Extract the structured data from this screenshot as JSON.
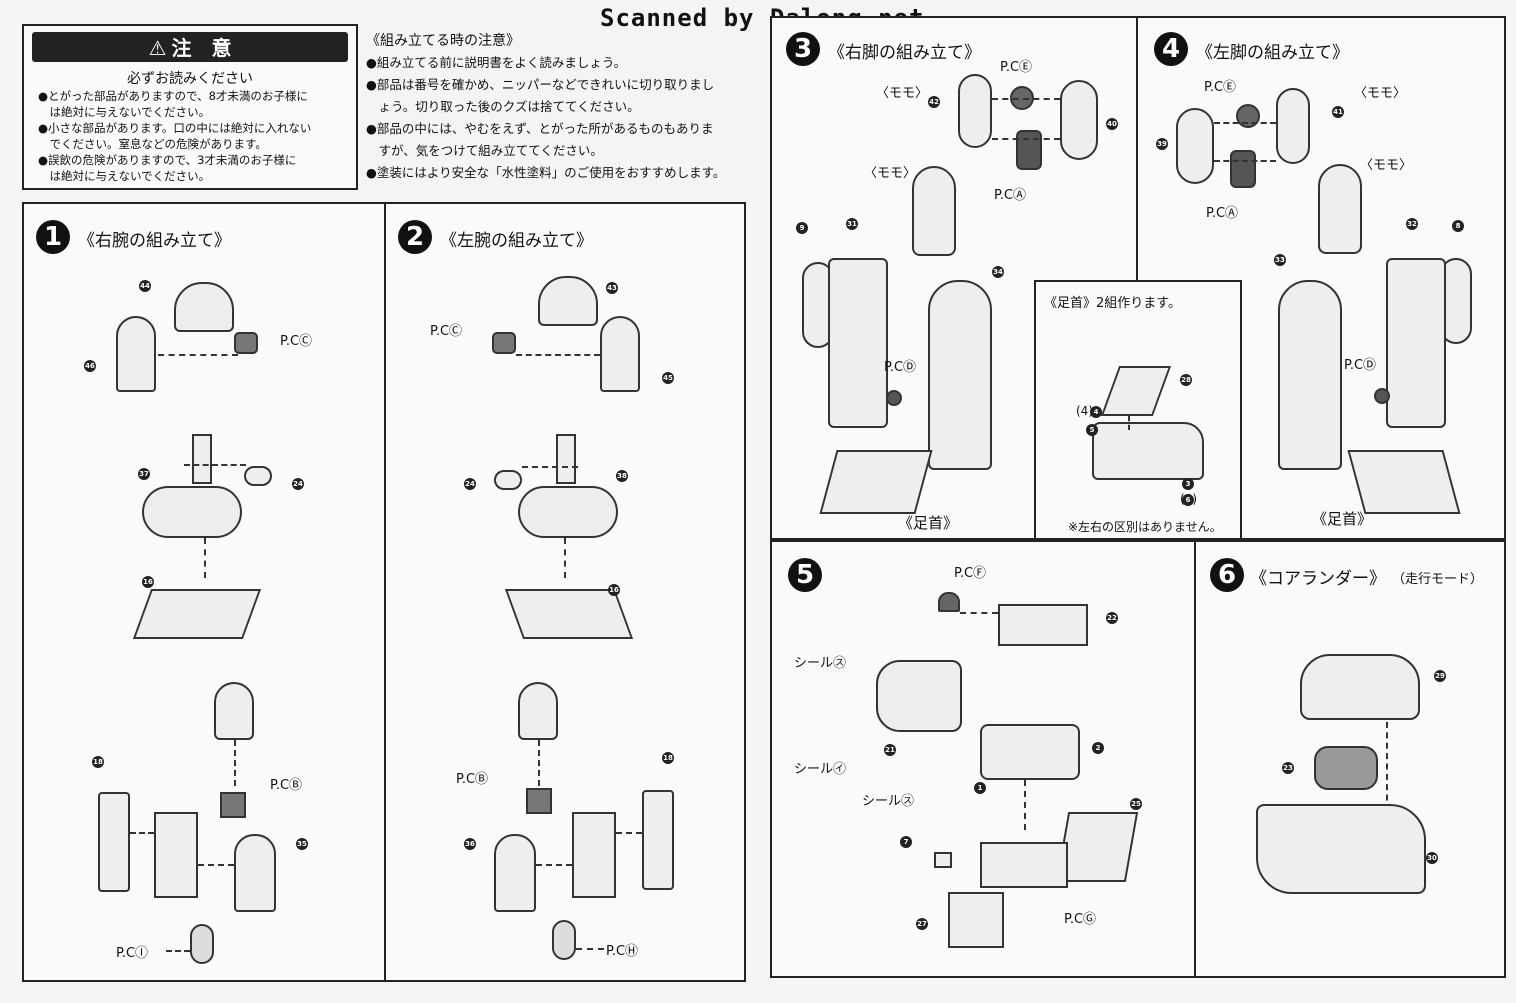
{
  "scan_credit": "Scanned by Dalong.net",
  "warning": {
    "title": "注　意",
    "subtitle": "必ずお読みください",
    "items": [
      "●とがった部品がありますので、8才未満のお子様に",
      "　は絶対に与えないでください。",
      "●小さな部品があります。口の中には絶対に入れない",
      "　でください。窒息などの危険があります。",
      "●誤飲の危険がありますので、3才未満のお子様に",
      "　は絶対に与えないでください。"
    ]
  },
  "assembly_notes": {
    "title": "《組み立てる時の注意》",
    "lines": [
      "●組み立てる前に説明書をよく読みましょう。",
      "●部品は番号を確かめ、ニッパーなどできれいに切り取りまし",
      "　ょう。切り取った後のクズは捨ててください。",
      "●部品の中には、やむをえず、とがった所があるものもありま",
      "　すが、気をつけて組み立ててください。",
      "●塗装にはより安全な「水性塗料」のご使用をおすすめします。"
    ]
  },
  "steps": [
    {
      "num": "1",
      "title": "《右腕の組み立て》"
    },
    {
      "num": "2",
      "title": "《左腕の組み立て》"
    },
    {
      "num": "3",
      "title": "《右脚の組み立て》"
    },
    {
      "num": "4",
      "title": "《左脚の組み立て》"
    },
    {
      "num": "5",
      "title": ""
    },
    {
      "num": "6",
      "title": "《コアランダー》",
      "mode": "（走行モード）"
    }
  ],
  "labels": {
    "pc_a": "P.CⒶ",
    "pc_b": "P.CⒷ",
    "pc_c": "P.CⒸ",
    "pc_d": "P.CⒹ",
    "pc_e": "P.CⒺ",
    "pc_f": "P.CⒻ",
    "pc_g": "P.CⒼ",
    "pc_h": "P.CⒽ",
    "pc_i": "P.CⒾ",
    "momo": "〈モモ〉",
    "momo2": "〈モモ〉",
    "ashikubi": "《足首》",
    "ashikubi_box_title": "《足首》2組作ります。",
    "ashikubi_note": "※左右の区別はありません。",
    "seal_su": "シール㋜",
    "seal_i": "シール㋑",
    "seal_su2": "シール㋜",
    "paren4": "(4)",
    "paren6": "(6)"
  },
  "part_numbers": {
    "s1": [
      "44",
      "46",
      "37",
      "24",
      "16",
      "18",
      "35"
    ],
    "s2": [
      "43",
      "45",
      "24",
      "38",
      "16",
      "18",
      "36"
    ],
    "s3": [
      "42",
      "40",
      "9",
      "31",
      "34"
    ],
    "s4": [
      "39",
      "41",
      "8",
      "32",
      "33"
    ],
    "foot": [
      "28",
      "4",
      "5",
      "3",
      "6"
    ],
    "s5": [
      "22",
      "21",
      "2",
      "1",
      "7",
      "25",
      "27"
    ],
    "s6": [
      "29",
      "23",
      "30"
    ]
  }
}
